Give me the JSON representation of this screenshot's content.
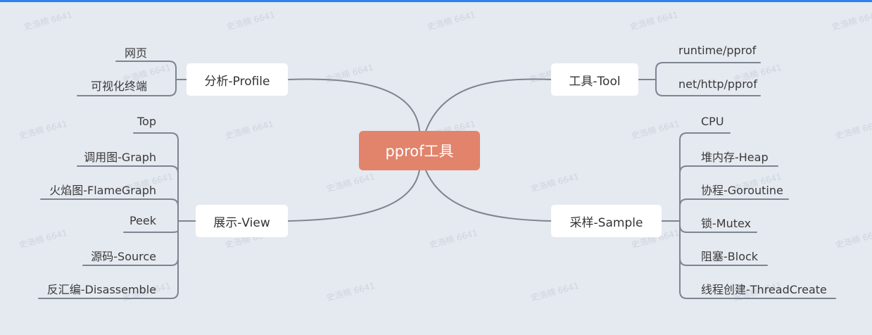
{
  "center": "pprof工具",
  "watermark": "史浩楠 6641",
  "branches": {
    "profile": {
      "label": "分析-Profile",
      "leaves": [
        "网页",
        "可视化终端"
      ]
    },
    "view": {
      "label": "展示-View",
      "leaves": [
        "Top",
        "调用图-Graph",
        "火焰图-FlameGraph",
        "Peek",
        "源码-Source",
        "反汇编-Disassemble"
      ]
    },
    "tool": {
      "label": "工具-Tool",
      "leaves": [
        "runtime/pprof",
        "net/http/pprof"
      ]
    },
    "sample": {
      "label": "采样-Sample",
      "leaves": [
        "CPU",
        "堆内存-Heap",
        "协程-Goroutine",
        "锁-Mutex",
        "阻塞-Block",
        "线程创建-ThreadCreate"
      ]
    }
  },
  "colors": {
    "background": "#e5e9f0",
    "center": "#e2836c",
    "line": "#7d8590",
    "node": "#ffffff"
  }
}
